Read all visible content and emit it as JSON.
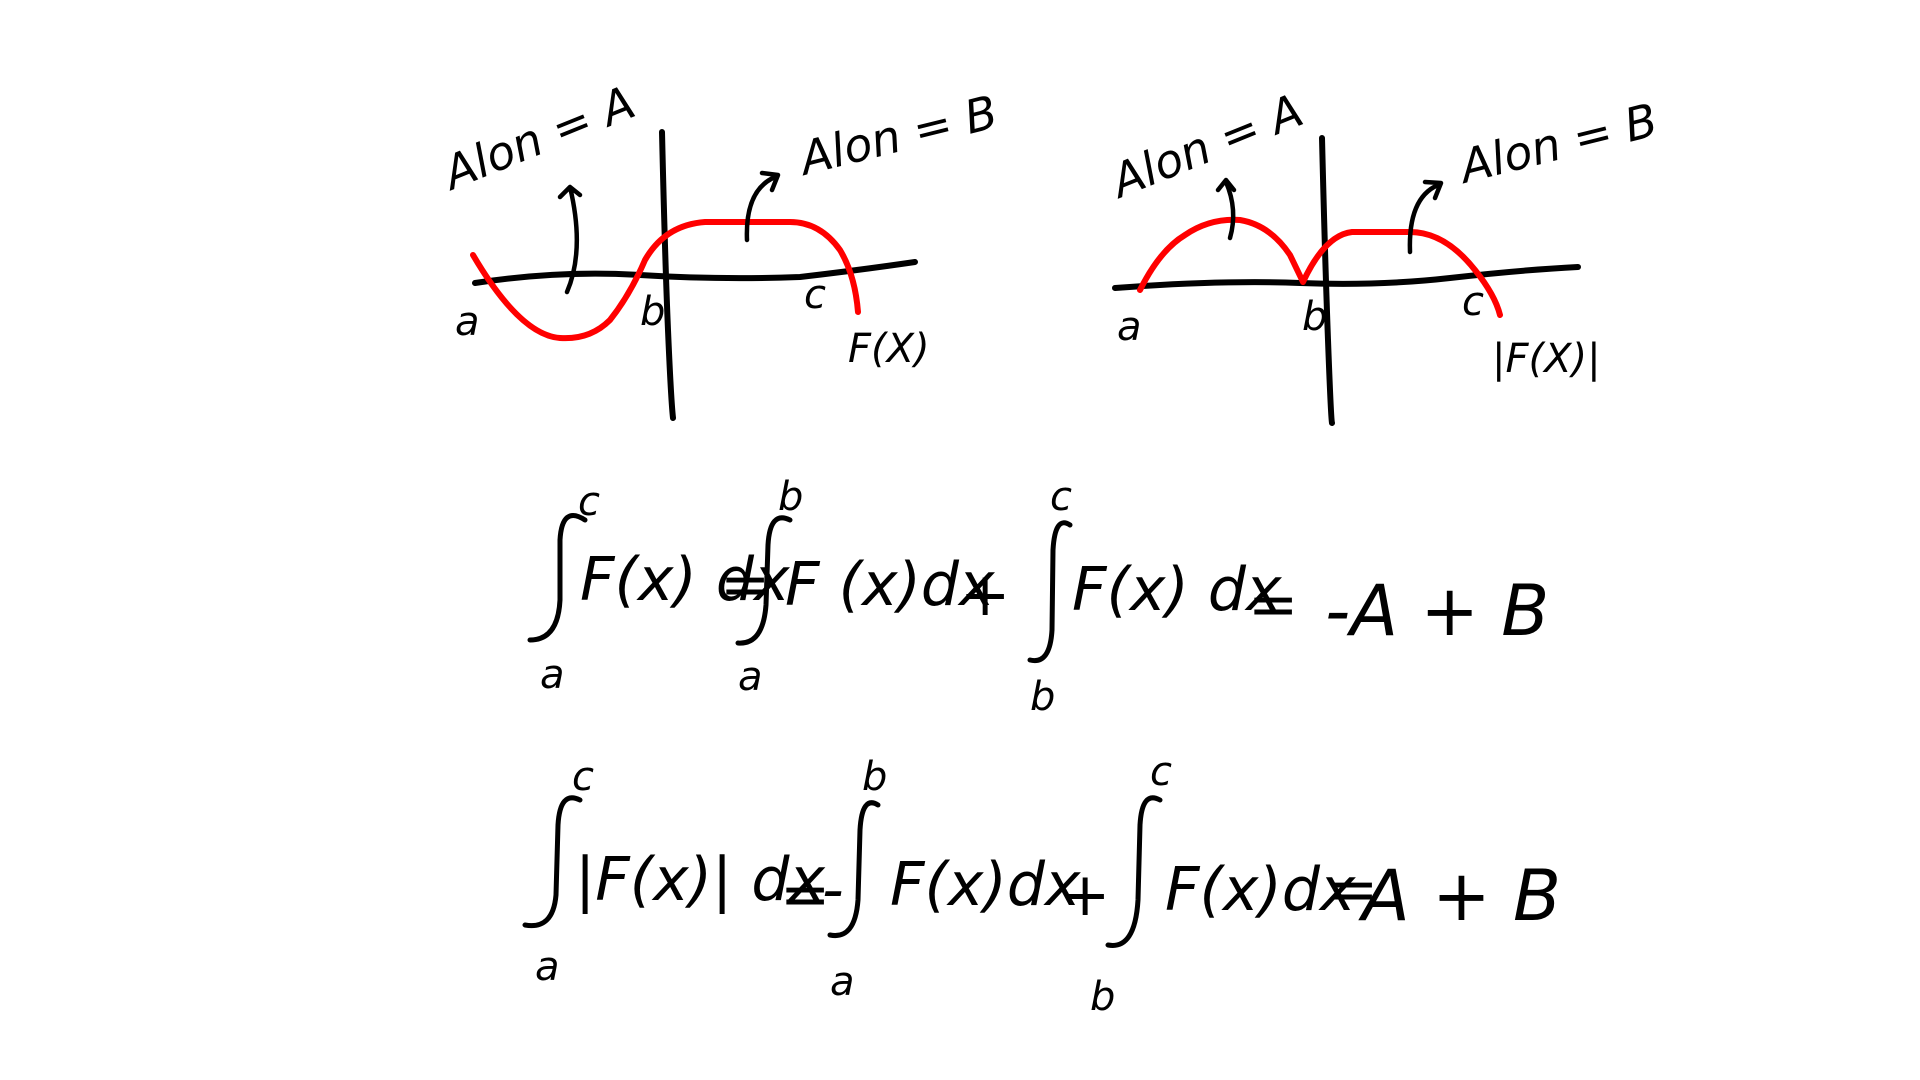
{
  "left_graph": {
    "area_a_label": "Alon = A",
    "area_b_label": "Alon = B",
    "point_a": "a",
    "point_b": "b",
    "point_c": "c",
    "function_label": "F(X)"
  },
  "right_graph": {
    "area_a_label": "Alon = A",
    "area_b_label": "Alon = B",
    "point_a": "a",
    "point_b": "b",
    "point_c": "c",
    "function_label": "|F(X)|"
  },
  "equation1": {
    "int1_lower": "a",
    "int1_upper": "c",
    "int1_body": "F(x) dx",
    "eq_sign": "=",
    "int2_lower": "a",
    "int2_upper": "b",
    "int2_body": "F (x)dx",
    "plus": "+",
    "int3_lower": "b",
    "int3_upper": "c",
    "int3_body": "F(x) dx",
    "eq_sign2": "=",
    "result": "-A + B"
  },
  "equation2": {
    "int1_lower": "a",
    "int1_upper": "c",
    "int1_body": "|F(x)| dx",
    "eq_sign": "=",
    "minus": "-",
    "int2_lower": "a",
    "int2_upper": "b",
    "int2_body": "F(x)dx",
    "plus": "+",
    "int3_lower": "b",
    "int3_upper": "c",
    "int3_body": "F(x)dx",
    "eq_sign2": "=",
    "result": "A + B"
  },
  "colors": {
    "curve": "#ff0000",
    "ink": "#000000",
    "background": "#ffffff"
  }
}
